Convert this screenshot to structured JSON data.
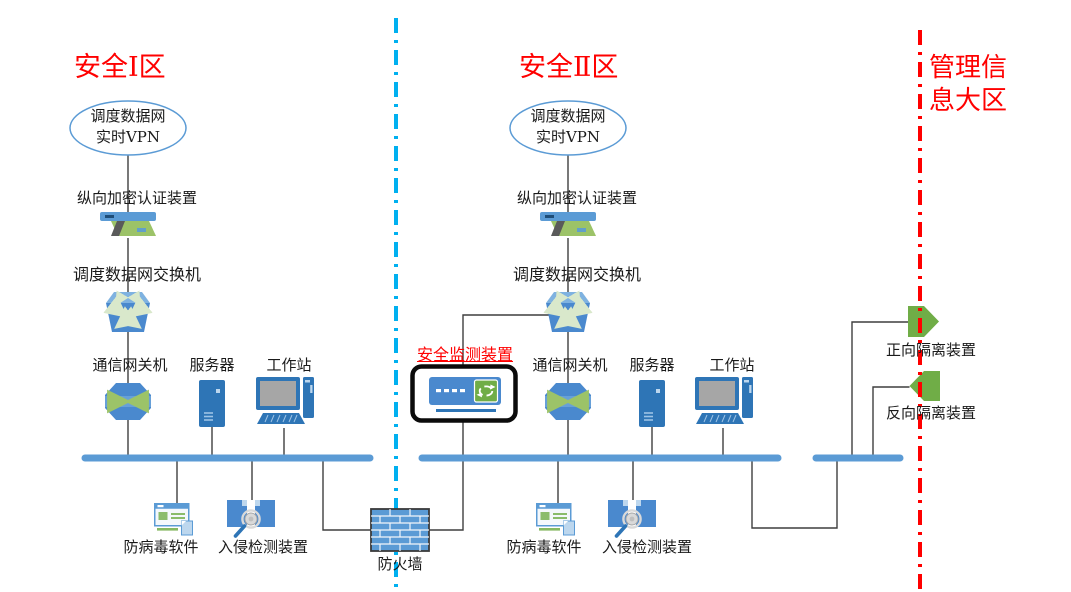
{
  "zone1": {
    "title": "安全Ⅰ区",
    "cloud": "调度数据网\n实时VPN",
    "encryption_label": "纵向加密认证装置",
    "switch_label": "调度数据网交换机",
    "gateway_label": "通信网关机",
    "server_label": "服务器",
    "workstation_label": "工作站",
    "antivirus_label": "防病毒软件",
    "ids_label": "入侵检测装置"
  },
  "zone2": {
    "title": "安全Ⅱ区",
    "cloud": "调度数据网\n实时VPN",
    "encryption_label": "纵向加密认证装置",
    "switch_label": "调度数据网交换机",
    "monitor_label": "安全监测装置",
    "gateway_label": "通信网关机",
    "server_label": "服务器",
    "workstation_label": "工作站",
    "antivirus_label": "防病毒软件",
    "ids_label": "入侵检测装置"
  },
  "firewall": {
    "label": "防火墙"
  },
  "zone3": {
    "title": "管理信息大区",
    "forward_label": "正向隔离装置",
    "reverse_label": "反向隔离装置"
  },
  "icons": {
    "vpn_cloud": "ellipse-outline",
    "encryption_device": "card-reader-green-slab",
    "switch": "crossing-arrows-switch",
    "gateway": "inward-arrows-device",
    "server": "blue-tower",
    "workstation": "monitor-keyboard-tower",
    "antivirus": "id-card-with-doc",
    "ids": "panels-gear-magnifier",
    "firewall": "brick-wall",
    "security_monitor": "appliance-with-sync-badge",
    "forward_isolation": "green-right-arrow",
    "reverse_isolation": "green-left-arrow"
  },
  "colors": {
    "zone_title": "#FF0000",
    "divider_blue": "#00B0F0",
    "divider_red": "#FF0000",
    "bus": "#5B9BD5",
    "device_blue": "#2E75B6",
    "device_mid_blue": "#4A89CE",
    "device_green": "#70AD47",
    "encryption_green": "#9CC368",
    "connector": "#3F3F3F",
    "monitor_box_border": "#0B0B0B"
  }
}
